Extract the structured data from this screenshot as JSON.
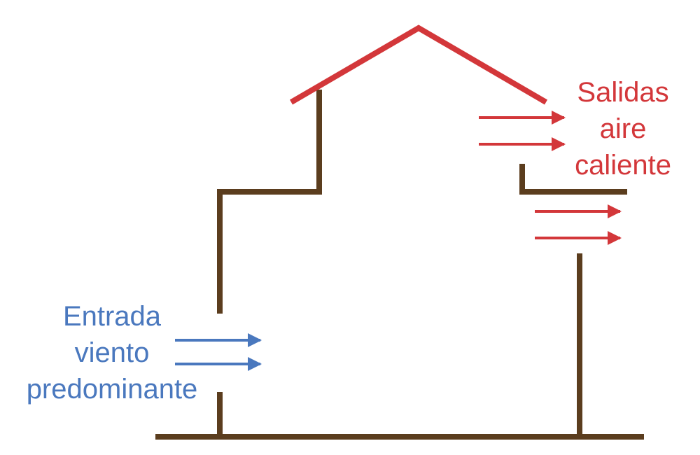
{
  "colors": {
    "wall": "#5b3d1e",
    "roof": "#d3373a",
    "inlet": "#4a78be",
    "outlet": "#d3373a"
  },
  "inlet_label": {
    "line1": "Entrada",
    "line2": "viento",
    "line3": "predominante"
  },
  "outlet_label": {
    "line1": "Salidas",
    "line2": "aire",
    "line3": "caliente"
  }
}
